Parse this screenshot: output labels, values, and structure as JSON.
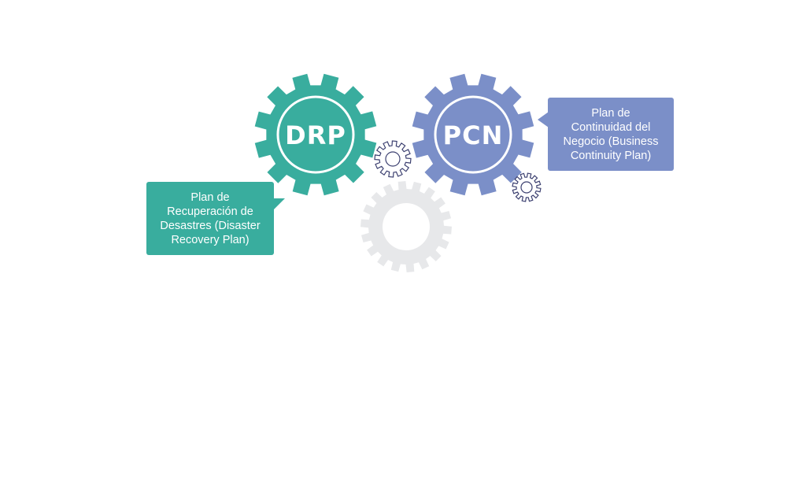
{
  "colors": {
    "drp": "#39ad9e",
    "pcn": "#7b8fc8",
    "gray_gear": "#e7e8ea",
    "outline_gear": "#3c4070"
  },
  "gears": {
    "drp": {
      "label": "DRP"
    },
    "pcn": {
      "label": "PCN"
    }
  },
  "callouts": {
    "drp": {
      "text": "Plan de\nRecuperación de\nDesastres (Disaster\nRecovery Plan)"
    },
    "pcn": {
      "text": "Plan de\nContinuidad del\nNegocio (Business\nContinuity Plan)"
    }
  }
}
